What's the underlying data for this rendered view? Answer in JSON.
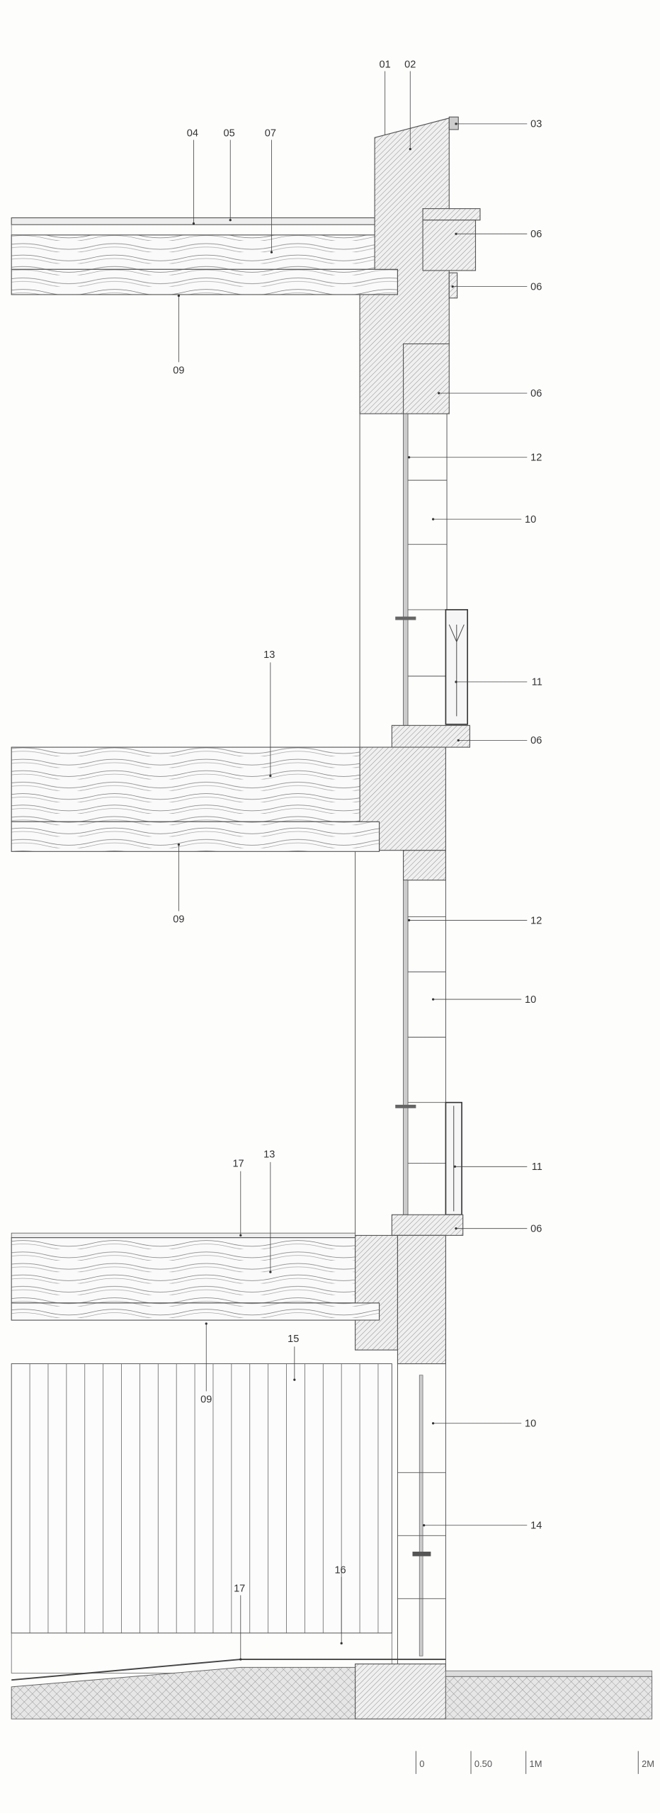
{
  "title": "Wall section detail",
  "labels": {
    "l01": "01",
    "l02": "02",
    "l03": "03",
    "l04": "04",
    "l05": "05",
    "l07": "07",
    "l06a": "06",
    "l06b": "06",
    "l09a": "09",
    "l06c": "06",
    "l12a": "12",
    "l10a": "10",
    "l13a": "13",
    "l11a": "11",
    "l06d": "06",
    "l09b": "09",
    "l12b": "12",
    "l10b": "10",
    "l17a": "17",
    "l13b": "13",
    "l11b": "11",
    "l06e": "06",
    "l15": "15",
    "l09c": "09",
    "l10c": "10",
    "l14": "14",
    "l16": "16",
    "l17b": "17"
  },
  "scale_bar": [
    "0",
    "0.50",
    "1M",
    "2M"
  ],
  "colors": {
    "line": "#555555",
    "fill": "#e4e4e4",
    "background": "#fdfdfc"
  }
}
